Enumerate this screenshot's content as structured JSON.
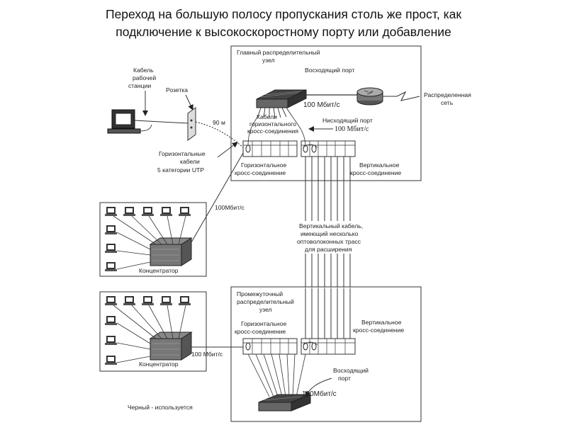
{
  "title": {
    "line1": "Переход на большую полосу пропускания столь же прост, как",
    "line2": "подключение к высокоскоростному порту или добавление"
  },
  "labels": {
    "main_node_1": "Главный распределительный",
    "main_node_2": "узел",
    "uplink_port": "Восходящий порт",
    "uplink_speed": "100 Мбит/с",
    "distributed_net_1": "Распределенная",
    "distributed_net_2": "сеть",
    "downlink_port": "Нисходящий порт",
    "downlink_speed": "100 Мбит/с",
    "hcc_cables_1": "Кабели",
    "hcc_cables_2": "горизонтального",
    "hcc_cables_3": "кросс-соединения",
    "ws_cable_1": "Кабель",
    "ws_cable_2": "рабочей",
    "ws_cable_3": "станции",
    "socket": "Розетка",
    "distance": "90 м",
    "horiz_cables_1": "Горизонтальные",
    "horiz_cables_2": "кабели",
    "horiz_cables_3": "5 категории UTP",
    "horiz_cc_1": "Горизонтальное",
    "horiz_cc_2": "кросс-соединение",
    "vert_cc_1": "Вертикальное",
    "vert_cc_2": "кросс-соединение",
    "link_100": "100Мбит/с",
    "vert_cable_1": "Вертикальный кабель,",
    "vert_cable_2": "имеющий несколько",
    "vert_cable_3": "оптоволоконных трасс",
    "vert_cable_4": "для расширения",
    "hub_1": "Концентратор",
    "inter_node_1": "Промежуточный",
    "inter_node_2": "распределительный",
    "inter_node_3": "узел",
    "horiz_cc_b_1": "Горизонтальное",
    "horiz_cc_b_2": "кросс-соединение",
    "vert_cc_b_1": "Вертикальное",
    "vert_cc_b_2": "кросс-соединение",
    "hub_2": "Концентратор",
    "link_100_b": "100 Мбит/с",
    "uplink_b_1": "Восходящий",
    "uplink_b_2": "порт",
    "uplink_b_speed": "100Мбит/с",
    "legend": "Черный - используется"
  }
}
